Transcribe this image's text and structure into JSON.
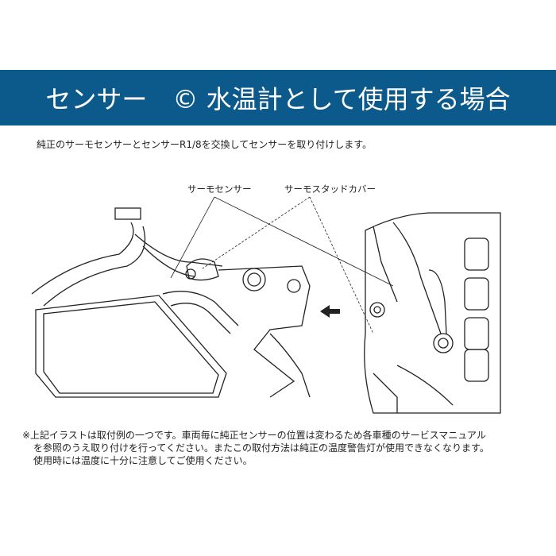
{
  "banner": {
    "title": "センサー　© 水温計として使用する場合",
    "color": "#0b5a8b"
  },
  "intro": "純正のサーモセンサーとセンサーR1/8を交換してセンサーを取り付けします。",
  "labels": {
    "thermo_sensor": "サーモセンサー",
    "thermo_stud_cover": "サーモスタッドカバー"
  },
  "notes": [
    "※上記イラストは取付例の一つです。車両毎に純正センサーの位置は変わるため各車種のサービスマニュアル",
    "を参照のうえ取り付けを行ってください。またこの取付方法は純正の温度警告灯が使用できなくなります。",
    "使用時には温度に十分に注意してご使用ください。"
  ]
}
